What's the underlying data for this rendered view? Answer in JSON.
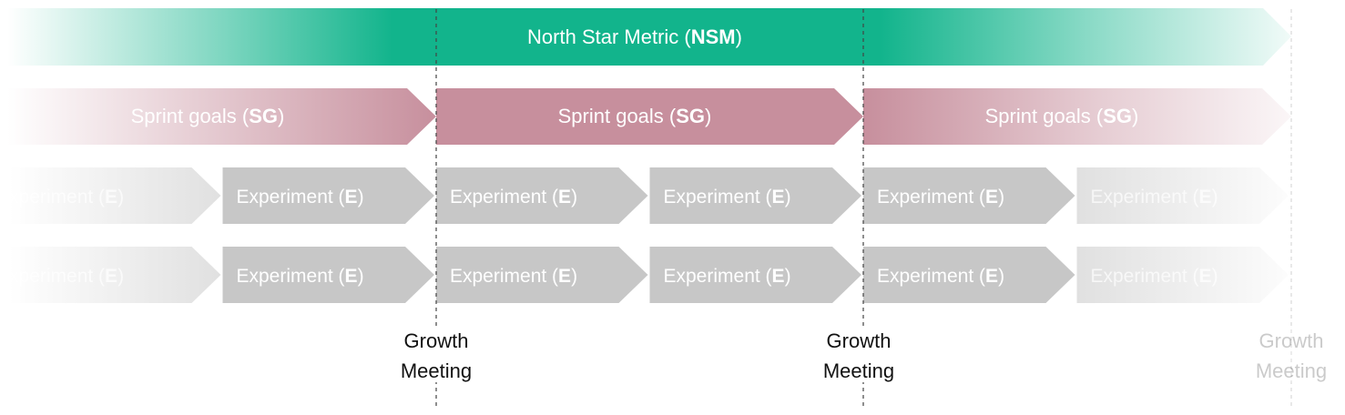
{
  "colors": {
    "nsm": "#12b48c",
    "sprint_goal": "#c78f9d",
    "experiment": "#c7c7c7",
    "divider": "#444444",
    "meeting_text": "#111111"
  },
  "north_star": {
    "label_prefix": "North Star Metric (",
    "label_abbr": "NSM",
    "label_suffix": ")"
  },
  "sprint_goals": [
    {
      "prefix": "Sprint goals (",
      "abbr": "SG",
      "suffix": ")"
    },
    {
      "prefix": "Sprint goals (",
      "abbr": "SG",
      "suffix": ")"
    },
    {
      "prefix": "Sprint goals (",
      "abbr": "SG",
      "suffix": ")"
    }
  ],
  "experiment_label": {
    "prefix": "Experiment (",
    "abbr": "E",
    "suffix": ")"
  },
  "experiment_rows": [
    {
      "count": 6
    },
    {
      "count": 6
    }
  ],
  "growth_meetings": [
    {
      "line1": "Growth",
      "line2": "Meeting"
    },
    {
      "line1": "Growth",
      "line2": "Meeting"
    },
    {
      "line1": "Growth",
      "line2": "Meeting"
    }
  ]
}
